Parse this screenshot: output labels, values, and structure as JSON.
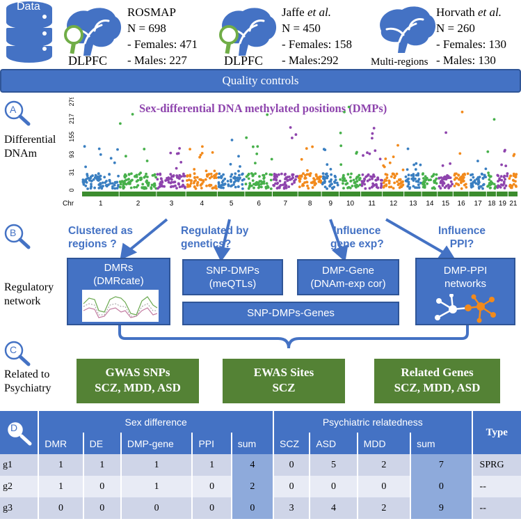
{
  "data_label": "Data",
  "cohorts": [
    {
      "name": "ROSMAP",
      "n": "N = 698",
      "females": "- Females: 471",
      "males": "- Males: 227",
      "region": "DLPFC"
    },
    {
      "name_plain": "Jaffe ",
      "name_em": "et al.",
      "n": "N = 450",
      "females": "- Females: 158",
      "males": "- Males:292",
      "region": "DLPFC"
    },
    {
      "name_plain": "Horvath ",
      "name_em": "et al.",
      "n": "N = 260",
      "females": "- Females: 130",
      "males": "- Males: 130",
      "region": "Multi-regions"
    }
  ],
  "quality_controls": "Quality controls",
  "step_labels": [
    "A",
    "B",
    "C",
    "D"
  ],
  "section_a": {
    "side_label": [
      "Differential",
      "DNAm"
    ],
    "title": "Sex-differential DNA methylated positions (DMPs)",
    "y_ticks": [
      "0",
      "31",
      "93",
      "155",
      "217",
      "279"
    ],
    "x_prefix": "Chr",
    "chromosomes": [
      "1",
      "2",
      "3",
      "4",
      "5",
      "6",
      "7",
      "8",
      "9",
      "10",
      "11",
      "12",
      "13",
      "14",
      "15",
      "16",
      "17",
      "18",
      "19",
      "21"
    ],
    "colors": {
      "blue": "#3a7fc1",
      "green": "#47b04b",
      "purple": "#8e44ad",
      "orange": "#f28a1c"
    }
  },
  "section_b": {
    "side_label": [
      "Regulatory",
      "network"
    ],
    "questions": [
      [
        "Clustered as",
        "regions ?"
      ],
      [
        "Regulated by",
        "genetics?"
      ],
      [
        "Influence",
        "gene exp?"
      ],
      [
        "Influence",
        "PPI?"
      ]
    ],
    "boxes": {
      "dmrs": [
        "DMRs",
        "(DMRcate)"
      ],
      "snp_dmps": [
        "SNP-DMPs",
        "(meQTLs)"
      ],
      "dmp_gene": [
        "DMP-Gene",
        "(DNAm-exp cor)"
      ],
      "ppi": [
        "DMP-PPI",
        "networks"
      ],
      "snp_dmps_genes": "SNP-DMPs-Genes"
    }
  },
  "section_c": {
    "side_label": [
      "Related to",
      "Psychiatry"
    ],
    "boxes": [
      [
        "GWAS SNPs",
        "SCZ, MDD, ASD"
      ],
      [
        "EWAS Sites",
        "SCZ"
      ],
      [
        "Related Genes",
        "SCZ, MDD, ASD"
      ]
    ]
  },
  "table": {
    "group_headers": {
      "sex": "Sex difference",
      "psych": "Psychiatric relatedness",
      "type": "Type"
    },
    "columns": [
      "DMR",
      "DE",
      "DMP-gene",
      "PPI",
      "sum",
      "SCZ",
      "ASD",
      "MDD",
      "sum"
    ],
    "rows": [
      {
        "gene": "g1",
        "values": [
          "1",
          "1",
          "1",
          "1",
          "4",
          "0",
          "5",
          "2",
          "7"
        ],
        "type": "SPRG"
      },
      {
        "gene": "g2",
        "values": [
          "1",
          "0",
          "1",
          "0",
          "2",
          "0",
          "0",
          "0",
          "0"
        ],
        "type": "--"
      },
      {
        "gene": "g3",
        "values": [
          "0",
          "0",
          "0",
          "0",
          "0",
          "3",
          "4",
          "2",
          "9"
        ],
        "type": "--"
      }
    ]
  }
}
